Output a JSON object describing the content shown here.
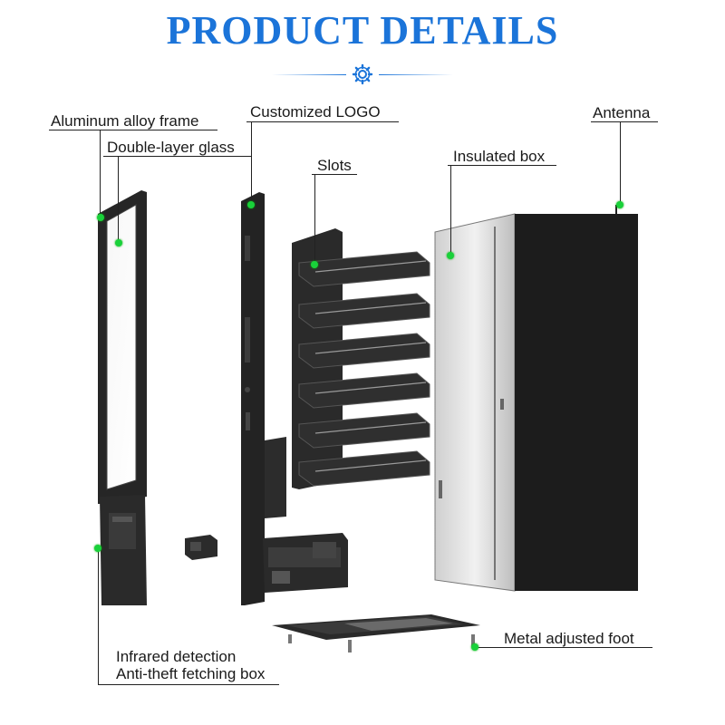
{
  "header": {
    "title": "PRODUCT DETAILS",
    "divider_icon": "gear-icon"
  },
  "labels": {
    "frame": "Aluminum alloy frame",
    "glass": "Double-layer glass",
    "logo": "Customized LOGO",
    "slots": "Slots",
    "insulated_box": "Insulated box",
    "antenna": "Antenna",
    "foot": "Metal adjusted foot",
    "infrared": "Infrared detection",
    "anti_theft": "Anti-theft fetching box"
  },
  "colors": {
    "title": "#1b74d9",
    "marker": "#19d13a",
    "leader": "#222222"
  }
}
